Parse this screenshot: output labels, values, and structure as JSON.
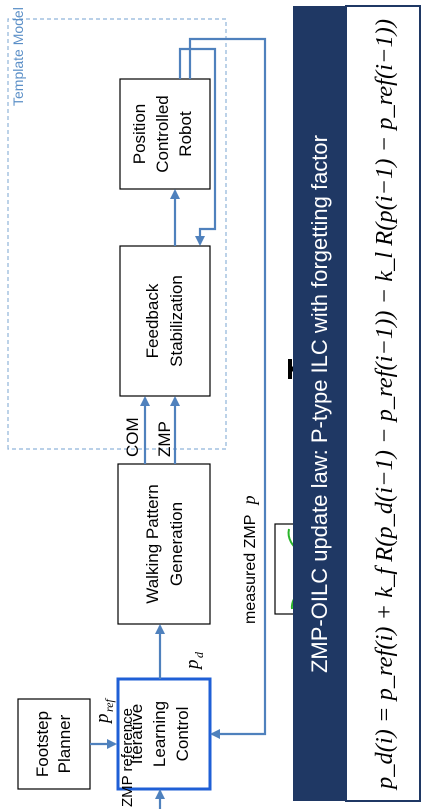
{
  "diagram": {
    "template_model_label": "Template Model",
    "blocks": {
      "footstep_planner": [
        "Footstep",
        "Planner"
      ],
      "ilc": [
        "Iterative",
        "Learning",
        "Control"
      ],
      "walking_pattern": [
        "Walking Pattern",
        "Generation"
      ],
      "feedback": [
        "Feedback",
        "Stabilization"
      ],
      "robot": [
        "Position",
        "Controlled",
        "Robot"
      ]
    },
    "signals": {
      "zmp_reference": "ZMP reference",
      "p_ref": "p",
      "p_ref_sub": "ref",
      "p_d": "p",
      "p_d_sub": "d",
      "com": "COM",
      "zmp": "ZMP",
      "measured_zmp": "measured ZMP",
      "measured_zmp_p": "p"
    },
    "update_law": {
      "title": "ZMP-OILC update law: P-type ILC with forgetting factor",
      "equation": "p_d(i) = p_ref(i) + k_f R(p_d(i−1) − p_ref(i−1)) − k_l R(p(i−1) − p_ref(i−1))"
    },
    "colors": {
      "accent_blue": "#4f81bd",
      "ilc_border": "#1f5fd6",
      "banner": "#1f3864",
      "template_border": "#8fb3d9"
    }
  }
}
